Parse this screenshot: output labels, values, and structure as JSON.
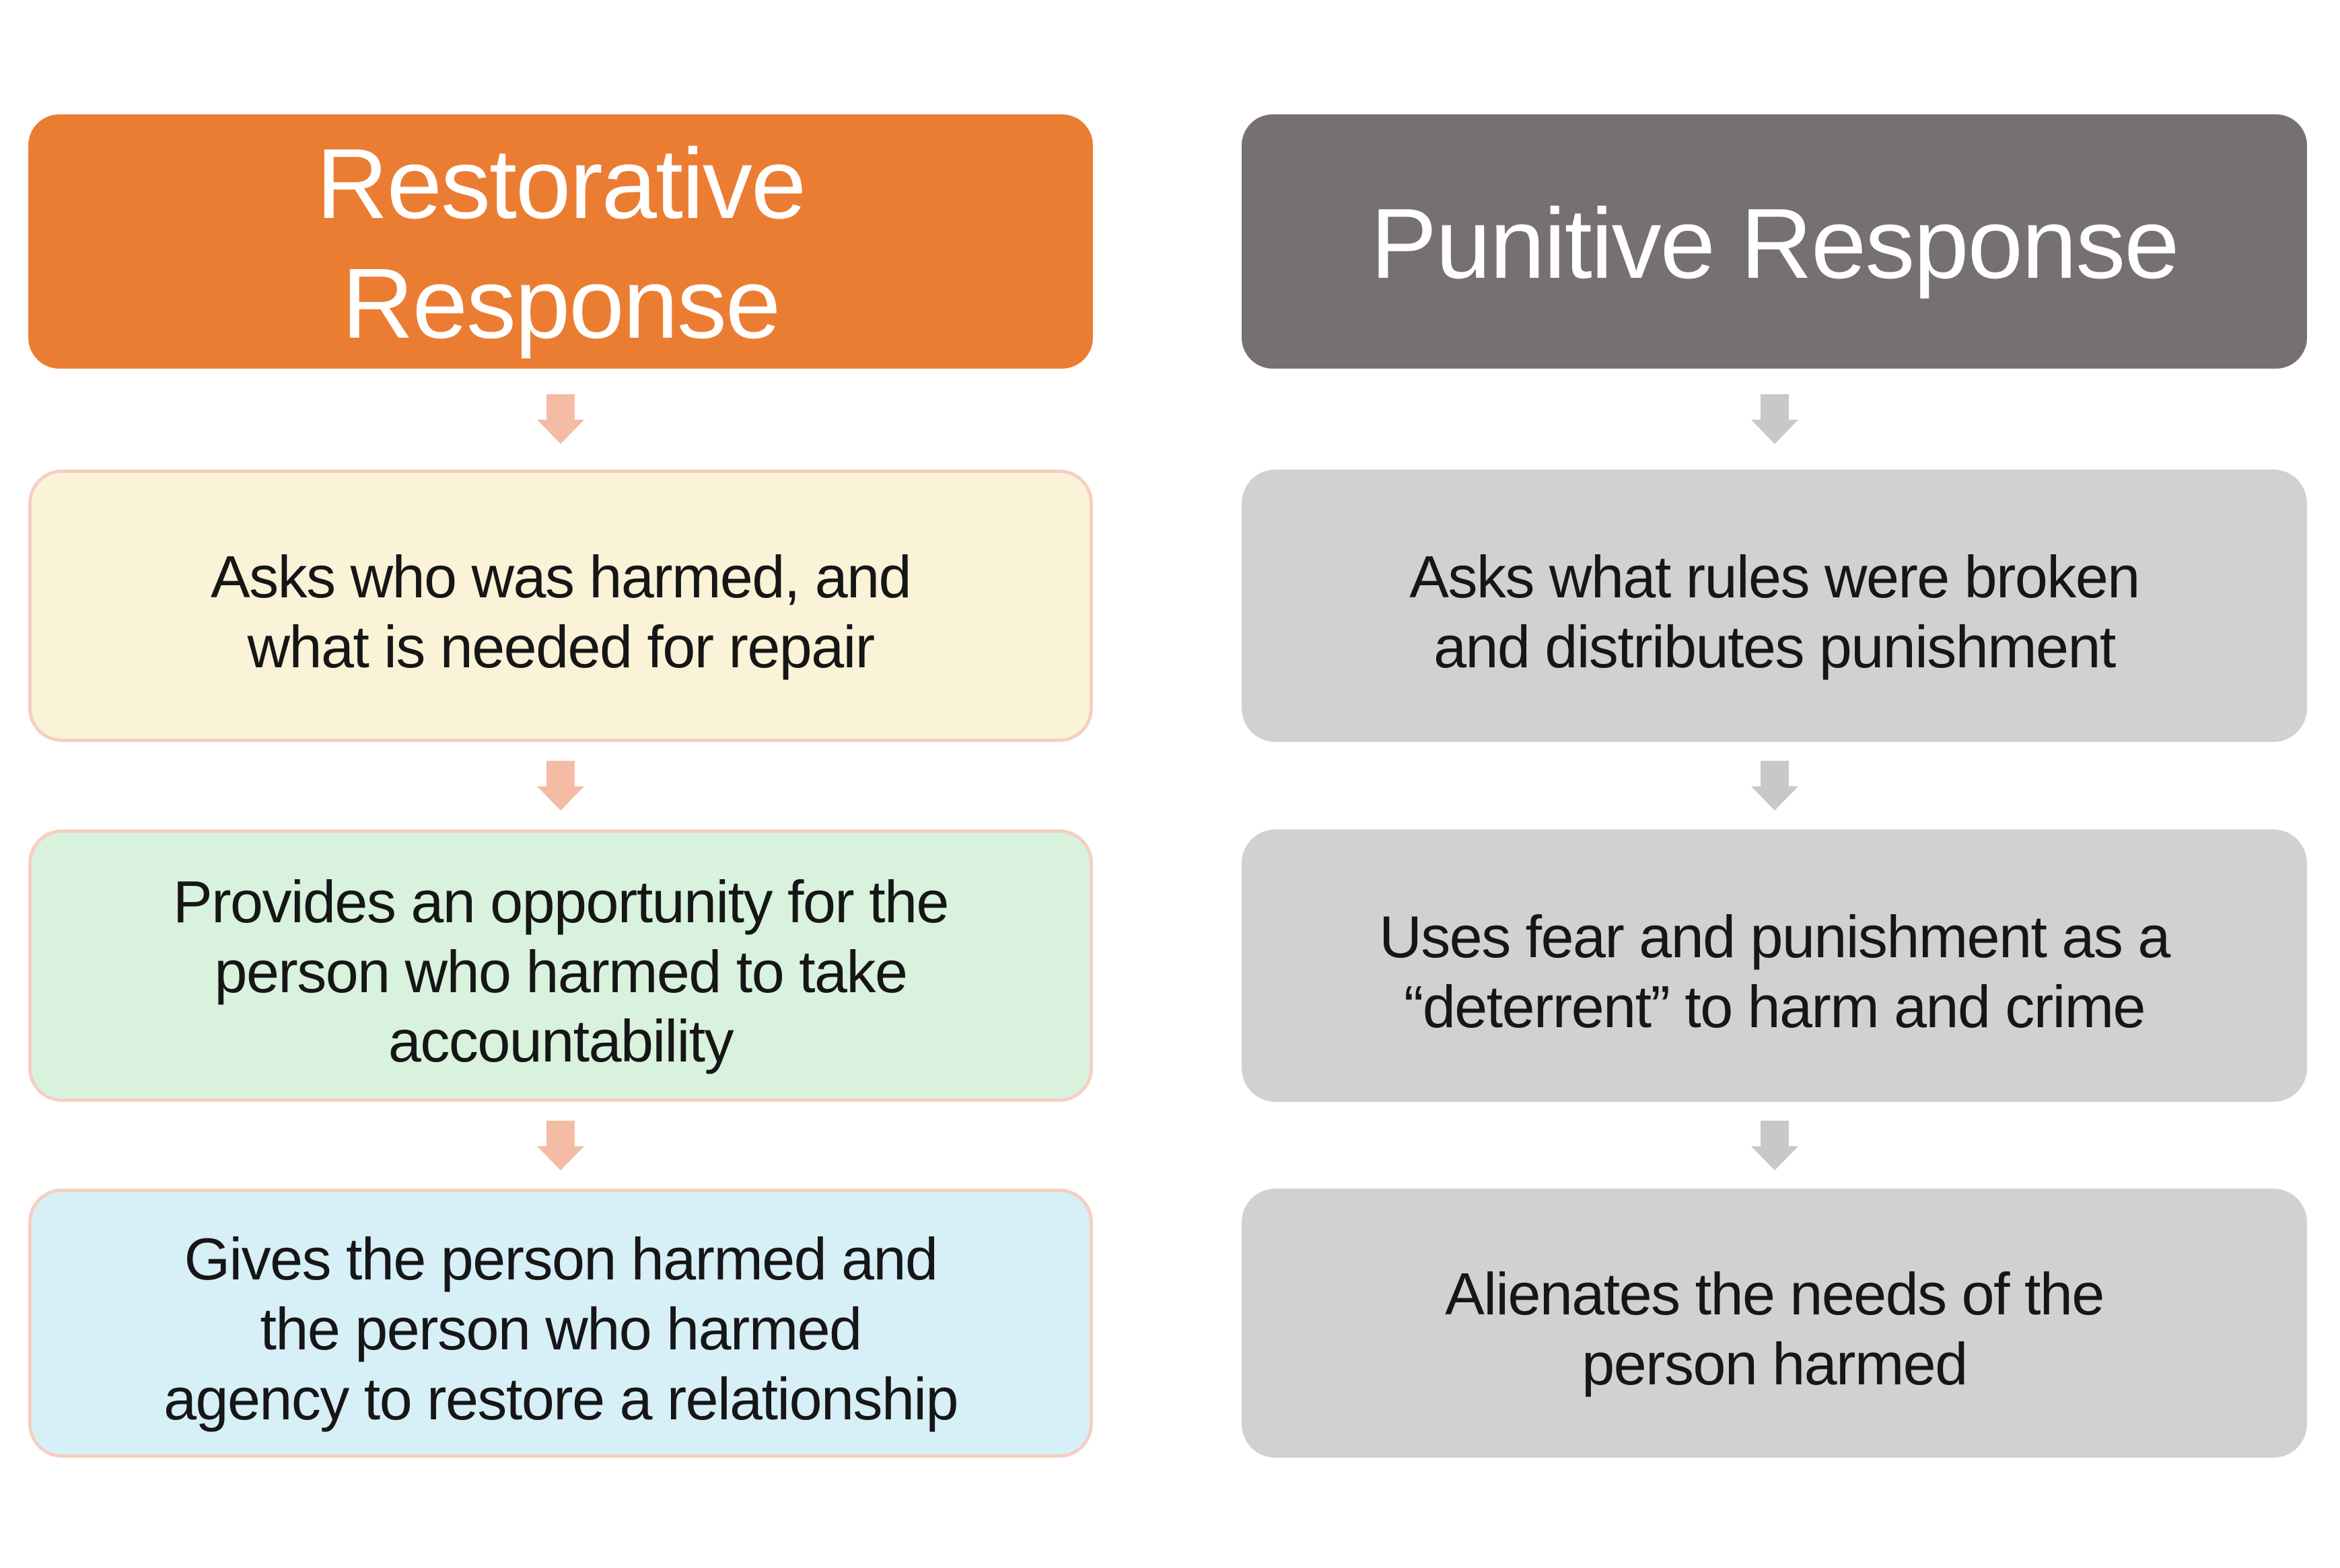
{
  "colors": {
    "restorative-header-bg": "#EB7D33",
    "punitive-header-bg": "#767071",
    "step-cream-bg": "#FAF3D8",
    "step-green-bg": "#D8F2DD",
    "step-blue-bg": "#D7EFF7",
    "step-gray-bg": "#D2D0D0",
    "restorative-border": "#F5CFC1",
    "restorative-arrow": "#F4BCA5",
    "punitive-arrow": "#C9C7C7",
    "header-text": "#FFFFFF",
    "body-text": "#161616",
    "canvas-bg": "#FFFFFF"
  },
  "columns": [
    {
      "name": "restorative",
      "header": "Restorative\nResponse",
      "steps": [
        "Asks who was harmed, and\nwhat is needed for repair",
        "Provides an opportunity for the\nperson who harmed to take\naccountability",
        "Gives the person harmed and\nthe person who harmed\nagency to restore a relationship"
      ]
    },
    {
      "name": "punitive",
      "header": "Punitive Response",
      "steps": [
        "Asks what rules were broken\nand distributes punishment",
        "Uses fear and punishment as a\n“deterrent” to harm and crime",
        "Alienates the needs of the\nperson harmed"
      ]
    }
  ]
}
